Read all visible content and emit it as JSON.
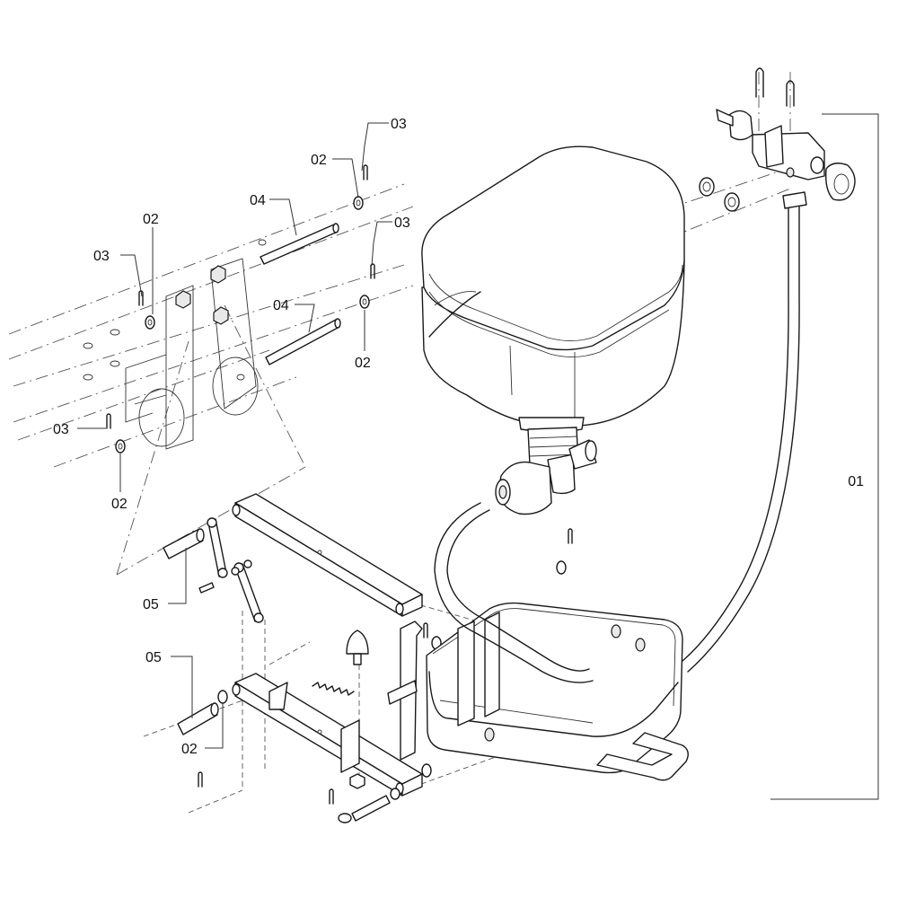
{
  "diagram": {
    "callouts": [
      {
        "id": "c-01-main",
        "text": "01"
      },
      {
        "id": "c-02-top",
        "text": "02"
      },
      {
        "id": "c-03-top",
        "text": "03"
      },
      {
        "id": "c-04-top",
        "text": "04"
      },
      {
        "id": "c-03-mid",
        "text": "03"
      },
      {
        "id": "c-04-mid",
        "text": "04"
      },
      {
        "id": "c-02-mid",
        "text": "02"
      },
      {
        "id": "c-02-left",
        "text": "02"
      },
      {
        "id": "c-03-left",
        "text": "03"
      },
      {
        "id": "c-03-lower",
        "text": "03"
      },
      {
        "id": "c-02-lower",
        "text": "02"
      },
      {
        "id": "c-05-upper",
        "text": "05"
      },
      {
        "id": "c-05-lower",
        "text": "05"
      },
      {
        "id": "c-02-bottom",
        "text": "02"
      }
    ]
  }
}
